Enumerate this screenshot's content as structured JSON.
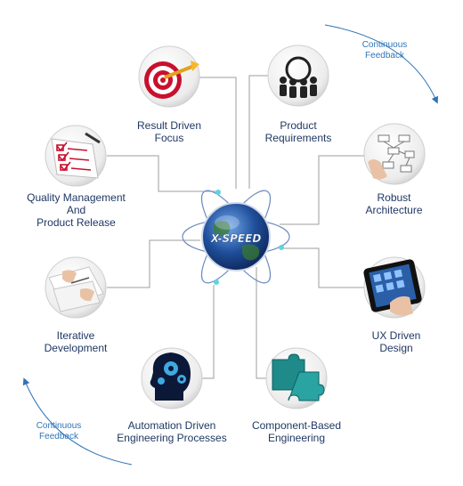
{
  "center": {
    "title": "X-SPEED"
  },
  "nodes": [
    {
      "id": "result-driven-focus",
      "icon": "target-arrow-icon",
      "lines": [
        "Result Driven",
        "Focus"
      ]
    },
    {
      "id": "product-requirements",
      "icon": "people-group-icon",
      "lines": [
        "Product",
        "Requirements"
      ]
    },
    {
      "id": "robust-architecture",
      "icon": "flowchart-icon",
      "lines": [
        "Robust",
        "Architecture"
      ]
    },
    {
      "id": "ux-driven-design",
      "icon": "tablet-touch-icon",
      "lines": [
        "UX Driven",
        "Design"
      ]
    },
    {
      "id": "component-based-engineering",
      "icon": "puzzle-icon",
      "lines": [
        "Component-Based",
        "Engineering"
      ]
    },
    {
      "id": "automation-driven-engineering",
      "icon": "head-gears-icon",
      "lines": [
        "Automation Driven",
        "Engineering Processes"
      ]
    },
    {
      "id": "iterative-development",
      "icon": "handshake-papers-icon",
      "lines": [
        "Iterative",
        "Development"
      ]
    },
    {
      "id": "quality-management",
      "icon": "checklist-icon",
      "lines": [
        "Quality Management",
        "And",
        "Product Release"
      ]
    }
  ],
  "feedback": [
    {
      "id": "top-right",
      "lines": [
        "Continuous",
        "Feedback"
      ]
    },
    {
      "id": "bottom-left",
      "lines": [
        "Continuous",
        "Feedback"
      ]
    }
  ],
  "colors": {
    "label": "#1f3864",
    "feedback": "#2e75b6",
    "connector": "#9e9e9e",
    "orbit": "#6d8cc2",
    "globe": "#1f4e9a",
    "accent_dot": "#5fd3e0"
  }
}
